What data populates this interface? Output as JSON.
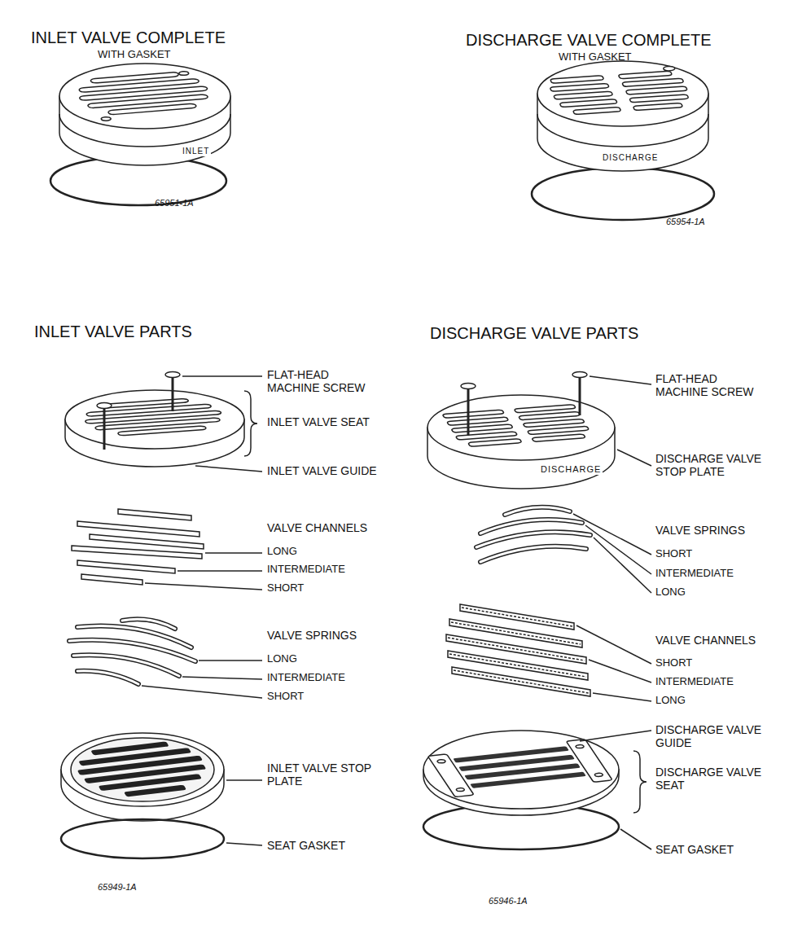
{
  "diagram": {
    "labels": [
      "INLET VALVE COMPLETE",
      "WITH GASKET",
      "INLET",
      "65951-1A",
      "DISCHARGE VALVE COMPLETE",
      "WITH GASKET",
      "DISCHARGE",
      "65954-1A",
      "INLET VALVE PARTS",
      "FLAT-HEAD MACHINE SCREW",
      "INLET VALVE SEAT",
      "INLET VALVE GUIDE",
      "VALVE CHANNELS",
      "LONG",
      "INTERMEDIATE",
      "SHORT",
      "VALVE SPRINGS",
      "LONG",
      "INTERMEDIATE",
      "SHORT",
      "INLET VALVE STOP PLATE",
      "SEAT GASKET",
      "65949-1A",
      "DISCHARGE VALVE PARTS",
      "FLAT-HEAD MACHINE SCREW",
      "DISCHARGE",
      "DISCHARGE VALVE STOP PLATE",
      "VALVE SPRINGS",
      "SHORT",
      "INTERMEDIATE",
      "LONG",
      "VALVE CHANNELS",
      "SHORT",
      "INTERMEDIATE",
      "LONG",
      "DISCHARGE VALVE GUIDE",
      "DISCHARGE VALVE SEAT",
      "SEAT GASKET",
      "65946-1A"
    ]
  }
}
